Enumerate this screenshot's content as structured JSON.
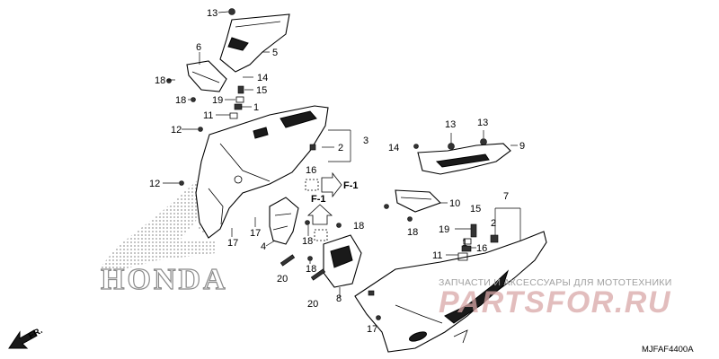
{
  "diagram": {
    "brand_watermark": "HONDA",
    "shop_watermark_top": "ЗАПЧАСТИ И АКСЕССУАРЫ ДЛЯ МОТОТЕХНИКИ",
    "shop_watermark_logo": "PARTSFOR.RU",
    "diagram_code": "MJFAF4400A",
    "front_arrow_label": "FR.",
    "section_refs": [
      "F-1",
      "F-1"
    ],
    "callouts": [
      "13",
      "5",
      "6",
      "14",
      "18",
      "15",
      "18",
      "19",
      "1",
      "11",
      "12",
      "3",
      "2",
      "16",
      "12",
      "17",
      "4",
      "17",
      "20",
      "18",
      "18",
      "18",
      "20",
      "8",
      "13",
      "13",
      "9",
      "14",
      "10",
      "18",
      "7",
      "15",
      "19",
      "2",
      "1",
      "16",
      "11",
      "17"
    ],
    "colors": {
      "ink": "#000000",
      "watermark_grey": "#c8c8c8",
      "watermark_red": "#d9a0a0"
    }
  }
}
